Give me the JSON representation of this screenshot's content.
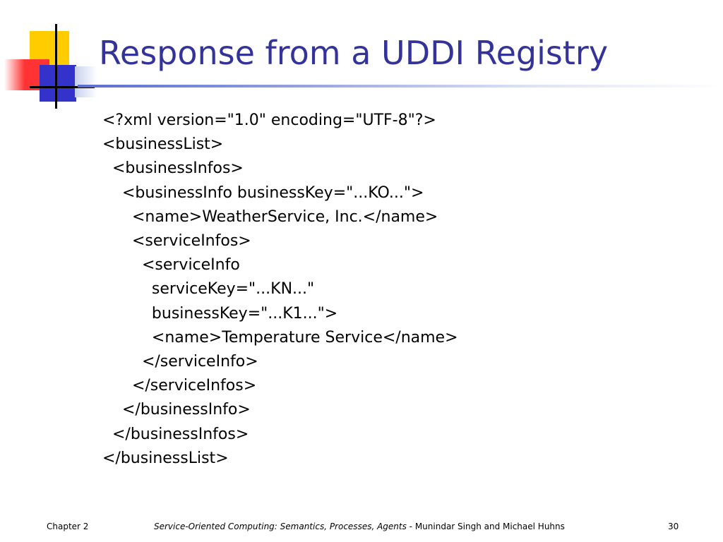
{
  "slide": {
    "title": "Response from a UDDI Registry",
    "code_lines": [
      "<?xml version=\"1.0\" encoding=\"UTF-8\"?>",
      "<businessList>",
      "  <businessInfos>",
      "    <businessInfo businessKey=\"...KO...\">",
      "      <name>WeatherService, Inc.</name>",
      "      <serviceInfos>",
      "        <serviceInfo",
      "          serviceKey=\"...KN...\"",
      "          businessKey=\"...K1...\">",
      "          <name>Temperature Service</name>",
      "        </serviceInfo>",
      "      </serviceInfos>",
      "    </businessInfo>",
      "  </businessInfos>",
      "</businessList>"
    ]
  },
  "footer": {
    "chapter": "Chapter 2",
    "book_title": "Service-Oriented Computing: Semantics, Processes, Agents",
    "authors": " - Munindar Singh and Michael Huhns",
    "page_number": "30"
  },
  "colors": {
    "title": "#333399",
    "logo_yellow": "#ffcc00",
    "logo_blue": "#3333cc",
    "logo_red": "#ff3333",
    "rule": "#5a6ccf"
  }
}
